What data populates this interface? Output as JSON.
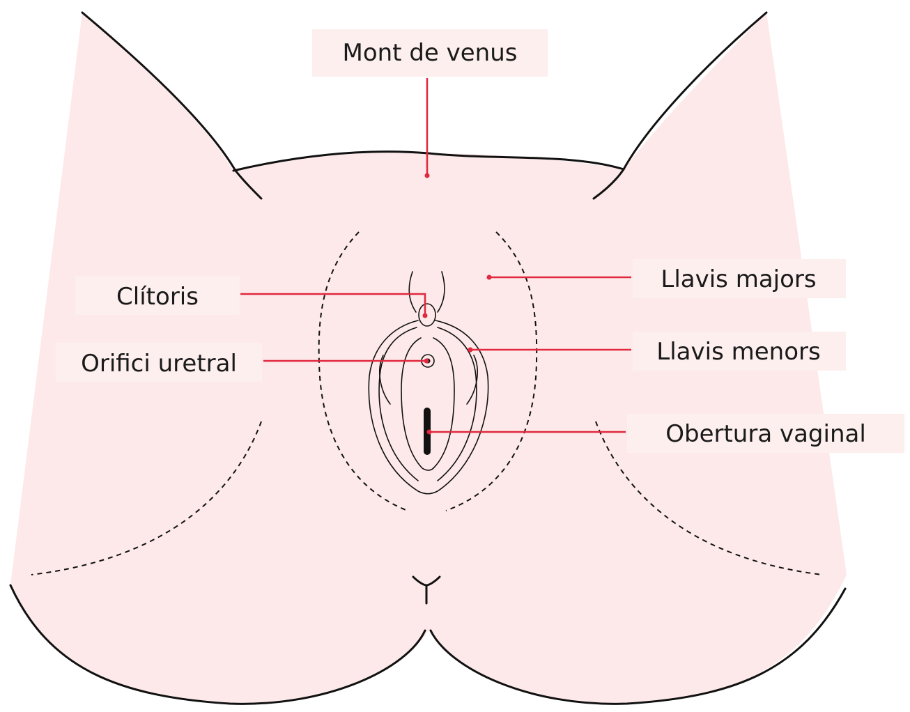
{
  "labels": {
    "mons": "Mont de venus",
    "clitoris": "Clítoris",
    "urethral": "Orifici uretral",
    "labia_majora": "Llavis majors",
    "labia_minora": "Llavis menors",
    "vaginal": "Obertura vaginal"
  },
  "colors": {
    "skin": "#fde9e9",
    "label_background": "#fcefee",
    "leader_line": "#e0283f",
    "outline": "#111111"
  }
}
